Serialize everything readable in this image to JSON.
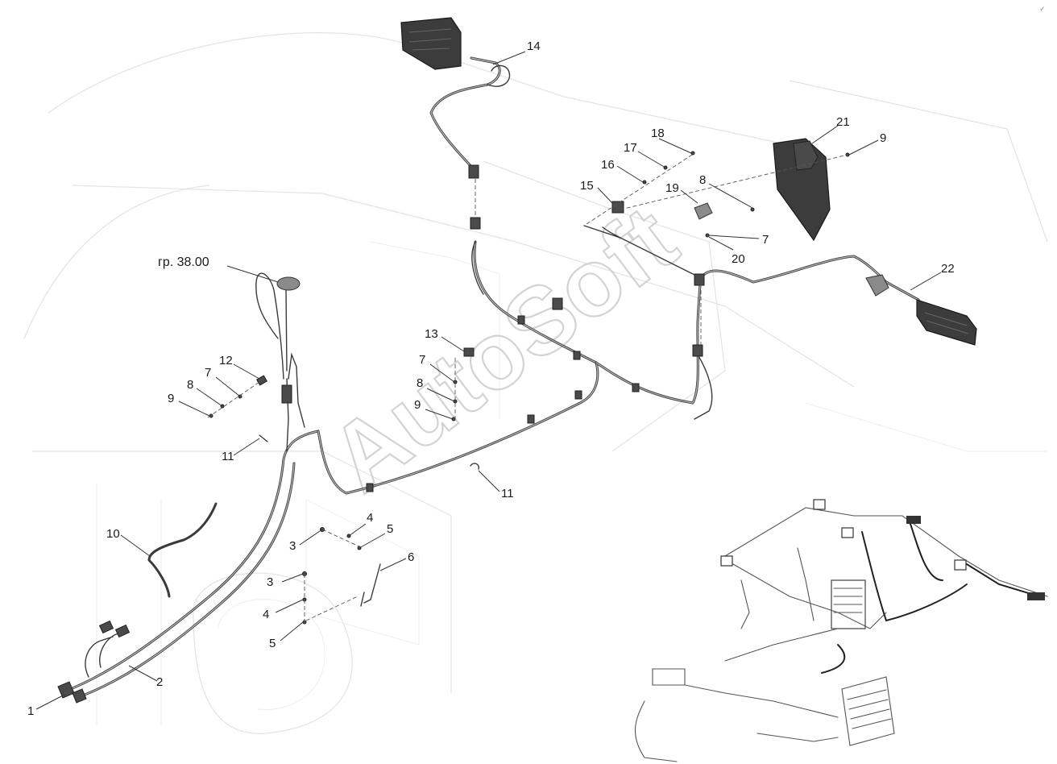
{
  "watermark": "AutoSoft",
  "group_reference": "гр. 38.00",
  "corner_mark": "✓",
  "callouts": [
    {
      "id": "c1",
      "label": "1"
    },
    {
      "id": "c2",
      "label": "2"
    },
    {
      "id": "c3a",
      "label": "3"
    },
    {
      "id": "c3b",
      "label": "3"
    },
    {
      "id": "c4a",
      "label": "4"
    },
    {
      "id": "c4b",
      "label": "4"
    },
    {
      "id": "c5a",
      "label": "5"
    },
    {
      "id": "c5b",
      "label": "5"
    },
    {
      "id": "c6",
      "label": "6"
    },
    {
      "id": "c7a",
      "label": "7"
    },
    {
      "id": "c7b",
      "label": "7"
    },
    {
      "id": "c7c",
      "label": "7"
    },
    {
      "id": "c8a",
      "label": "8"
    },
    {
      "id": "c8b",
      "label": "8"
    },
    {
      "id": "c8c",
      "label": "8"
    },
    {
      "id": "c9a",
      "label": "9"
    },
    {
      "id": "c9b",
      "label": "9"
    },
    {
      "id": "c9c",
      "label": "9"
    },
    {
      "id": "c10",
      "label": "10"
    },
    {
      "id": "c11a",
      "label": "11"
    },
    {
      "id": "c11b",
      "label": "11"
    },
    {
      "id": "c12",
      "label": "12"
    },
    {
      "id": "c13",
      "label": "13"
    },
    {
      "id": "c14",
      "label": "14"
    },
    {
      "id": "c15",
      "label": "15"
    },
    {
      "id": "c16",
      "label": "16"
    },
    {
      "id": "c17",
      "label": "17"
    },
    {
      "id": "c18",
      "label": "18"
    },
    {
      "id": "c19",
      "label": "19"
    },
    {
      "id": "c20",
      "label": "20"
    },
    {
      "id": "c21",
      "label": "21"
    },
    {
      "id": "c22",
      "label": "22"
    }
  ]
}
